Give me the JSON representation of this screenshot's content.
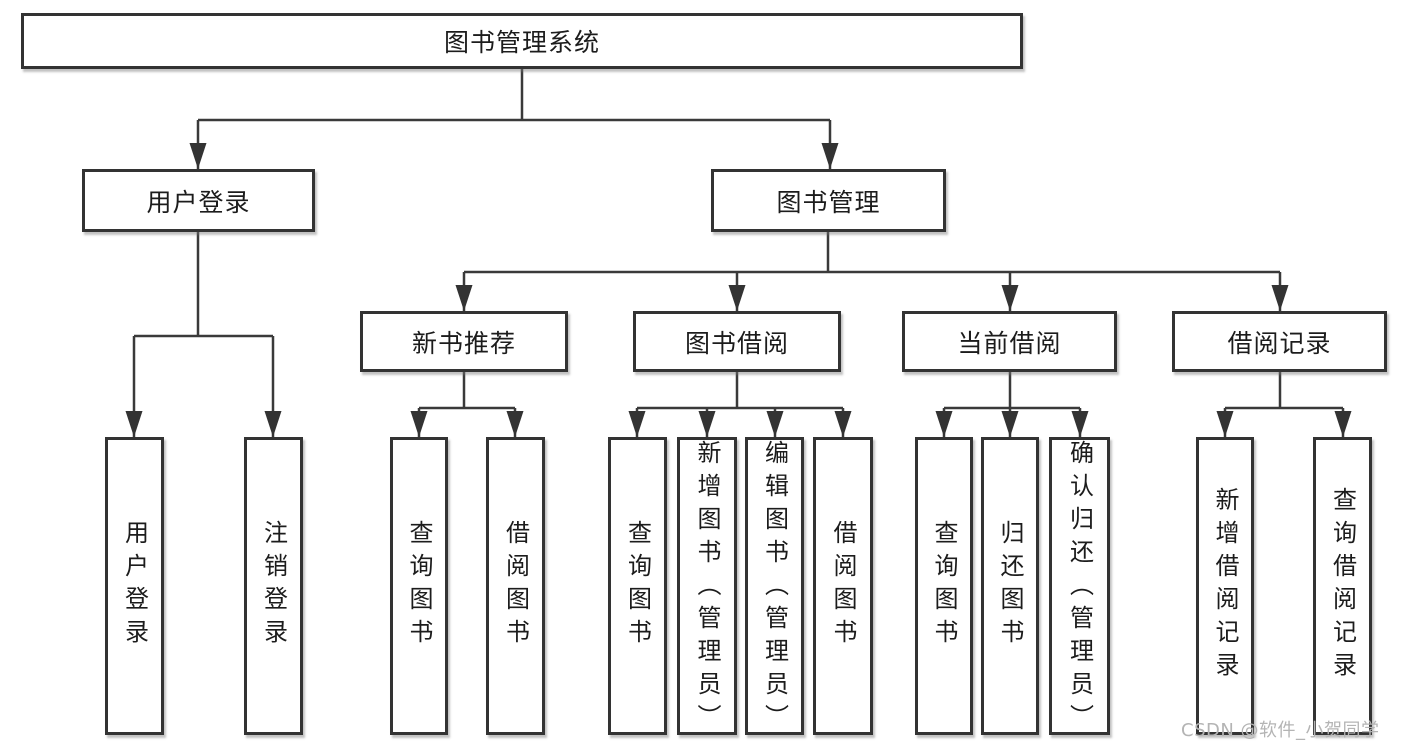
{
  "root": {
    "label": "图书管理系统"
  },
  "level2": [
    {
      "label": "用户登录"
    },
    {
      "label": "图书管理"
    }
  ],
  "level3": [
    {
      "label": "新书推荐"
    },
    {
      "label": "图书借阅"
    },
    {
      "label": "当前借阅"
    },
    {
      "label": "借阅记录"
    }
  ],
  "leaves": {
    "user": [
      {
        "label": "用户登录"
      },
      {
        "label": "注销登录"
      }
    ],
    "recommend": [
      {
        "label": "查询图书"
      },
      {
        "label": "借阅图书"
      }
    ],
    "borrow": [
      {
        "label": "查询图书"
      },
      {
        "label": "新增图书（管理员）"
      },
      {
        "label": "编辑图书（管理员）"
      },
      {
        "label": "借阅图书"
      }
    ],
    "current": [
      {
        "label": "查询图书"
      },
      {
        "label": "归还图书"
      },
      {
        "label": "确认归还（管理员）"
      }
    ],
    "records": [
      {
        "label": "新增借阅记录"
      },
      {
        "label": "查询借阅记录"
      }
    ]
  },
  "watermark": {
    "text": "CSDN @软件_小贺同学"
  },
  "colors": {
    "line": "#3a3a3a",
    "arrow": "#333333",
    "border": "#333333",
    "text": "#1c1c1c",
    "watermark": "#b4b4b4",
    "background": "#ffffff"
  }
}
